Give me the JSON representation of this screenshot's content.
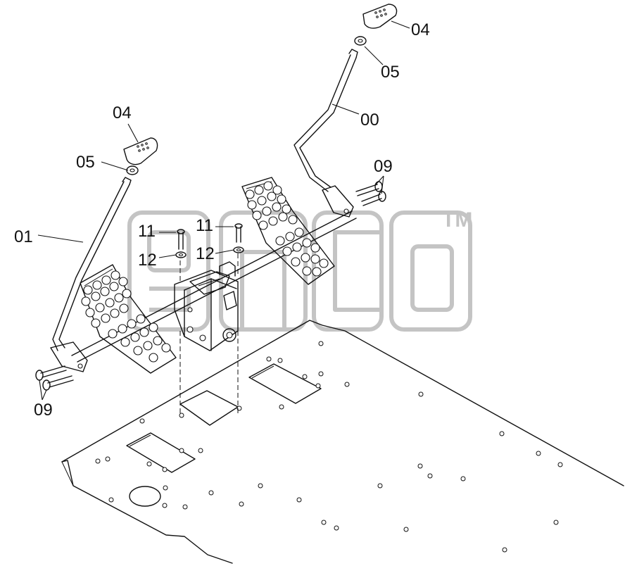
{
  "labels": {
    "tl_04": "04",
    "tl_05": "05",
    "tl_00": "00",
    "tl_09": "09",
    "l_04": "04",
    "l_05": "05",
    "l_01": "01",
    "l_11a": "11",
    "l_12a": "12",
    "l_11b": "11",
    "l_12b": "12",
    "bl_09": "09"
  },
  "watermark": {
    "mark": "TM"
  }
}
